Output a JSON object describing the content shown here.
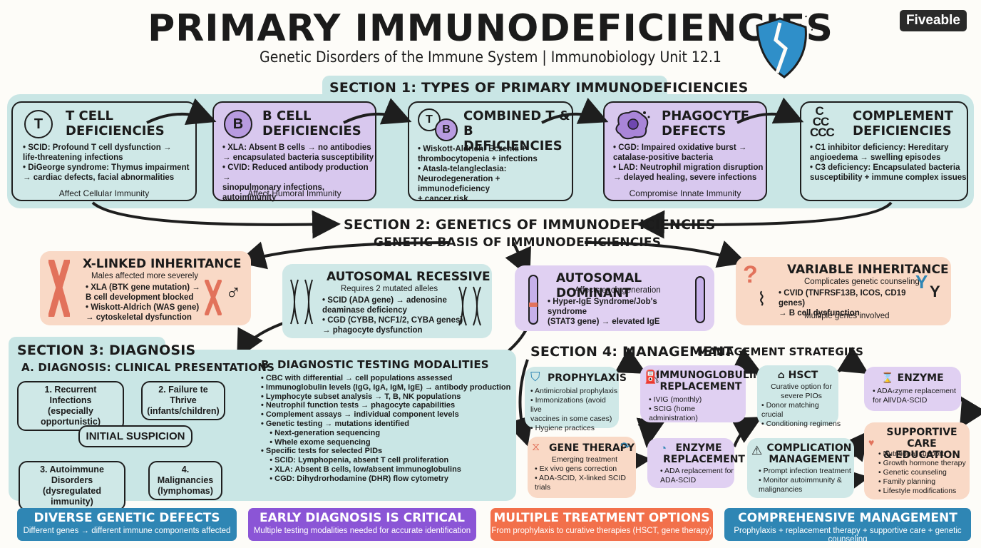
{
  "header": {
    "title": "PRIMARY IMMUNODEFICIENCIES",
    "subtitle": "Genetic Disorders of the Immune System | Immunobiology Unit 12.1",
    "logo": "Fiveable"
  },
  "section1": {
    "title": "SECTION 1: TYPES OF PRIMARY IMMUNODEFICIENCIES",
    "cards": [
      {
        "icon": "T",
        "title1": "T CELL",
        "title2": "DEFICIENCIES",
        "lines": [
          "• SCID: Profound T cell dysfunction →",
          "   life-threatening infections",
          "• DiGeorge syndrome: Thymus impairment",
          "   → cardiac defects, facial abnormalities"
        ],
        "note": "Affect Cellular Immunity"
      },
      {
        "icon": "B",
        "title1": "B CELL",
        "title2": "DEFICIENCIES",
        "lines": [
          "• XLA: Absent B cells → no antibodies",
          "   → encapsulated bacteria susceptibility",
          "• CVID: Reduced antibody production →",
          "   sinopulmonary infections, autoimmunity"
        ],
        "note": "Affect Humoral Immunity"
      },
      {
        "icon": "T B",
        "title1": "COMBINED T & B",
        "title2": "DEFICIENCIES",
        "lines": [
          "• Wiskott-Aldrich: Eczems +",
          "   thrombocytopenia + infections",
          "• Atasla-telangleclasia:",
          "   Neurodegeneration + immunodeficiency",
          "   + cancer risk"
        ],
        "note": ""
      },
      {
        "icon": "",
        "title1": "PHAGOCYTE",
        "title2": "DEFECTS",
        "lines": [
          "• CGD: Impaired oxidative burst →",
          "   catalase-positive bacteria",
          "• LAD: Neutrophil migration disruption",
          "   → delayed healing, severe infections"
        ],
        "note": "Compromise Innate Immunity"
      },
      {
        "icon": "C",
        "title1": "COMPLEMENT",
        "title2": "DEFICIENCIES",
        "lines": [
          "• C1 inhibitor deficiency: Hereditary",
          "   angioedema → swelling episodes",
          "• C3 deficiency: Encapsulated bacteria",
          "   susceptibility + immune complex issues"
        ],
        "note": ""
      }
    ]
  },
  "section2": {
    "title": "SECTION 2: GENETICS OF IMMUNODEFICIENCIES",
    "subtitle": "GENETIC BASIS OF IMMUNODEFICIENCIES",
    "xlinked": {
      "title": "X-LINKED INHERITANCE",
      "sub": "Males affected more severely",
      "lines": [
        "• XLA (BTK gene mutation) →",
        "   B cell development blocked",
        "• Wiskott-Aldrich (WAS gene)",
        "   → cytoskeletal dysfunction"
      ],
      "symbol": "♂"
    },
    "recessive": {
      "title": "AUTOSOMAL RECESSIVE",
      "sub": "Requires 2 mutated alleles",
      "lines": [
        "• SCID (ADA gene) → adenosine",
        "   deaminase deficiency",
        "• CGD (CYBB, NCF1/2, CYBA genes)",
        "   → phagocyte dysfunction"
      ]
    },
    "dominant": {
      "title": "AUTOSOMAL DOMINANT",
      "sub": "Affects each generation",
      "lines": [
        "• Hyper-IgE Syndrome/Job's syndrome",
        "   (STAT3 gene) → elevated IgE"
      ]
    },
    "variable": {
      "title": "VARIABLE INHERITANCE",
      "sub": "Complicates genetic counseling",
      "lines": [
        "• CVID (TNFRSF13B, ICOS, CD19 genes)",
        "   → B cell dysfunction"
      ],
      "note": "Multiple genes involved"
    }
  },
  "section3": {
    "title": "SECTION 3: DIAGNOSIS",
    "a_title": "A. DIAGNOSIS: CLINICAL PRESENTATIONS",
    "pills": [
      {
        "l1": "1. Recurrent Infections",
        "l2": "(especially opportunistic)"
      },
      {
        "l1": "2. Failure te Thrive",
        "l2": "(infants/children)"
      },
      {
        "l1": "3. Autoimmune Disorders",
        "l2": "(dysregulated immunity)"
      },
      {
        "l1": "4. Malignancies",
        "l2": "(lymphomas)"
      }
    ],
    "center": "INITIAL SUSPICION",
    "b_title": "B. DIAGNOSTIC TESTING MODALITIES",
    "tests": [
      "• CBC with differential → cell populations assessed",
      "• Immunoglobulin levels (IgG, IgA, IgM, IgE) → antibody production",
      "• Lymphocyte subset analysis → T, B, NK populations",
      "• Neutrophil function tests → phagocyte capabilities",
      "• Complement assays → individual component levels",
      "• Genetic testing → mutations identified",
      "    • Next-generation sequencing",
      "    • Whele exome sequencing",
      "• Specific tests for selected PIDs",
      "    • SCID: Lymphopenia, absent T cell proliferation",
      "    • XLA: Absent B cells, low/absent immunoglobulins",
      "    • CGD: Dihydrorhodamine (DHR) flow cytometry"
    ]
  },
  "section4": {
    "title": "SECTION 4: MANAGEMENT",
    "subtitle": "MANAGEMENT STRATEGIES",
    "prophylaxis": {
      "title": "PROPHYLAXIS",
      "lines": [
        "• Antimicrobial prophylaxis",
        "• Immonizations (avoid live",
        "  vaccines in some cases)",
        "• Hygiene practices"
      ]
    },
    "ig": {
      "title1": "IMMUNOGLOBULIN",
      "title2": "REPLACEMENT",
      "lines": [
        "• IVIG (monthly)",
        "• SCIG (home administration)"
      ]
    },
    "hsct": {
      "title": "HSCT",
      "lines": [
        "Curative option for",
        "severe PIOs",
        "• Donor matching crucial",
        "• Conditioning regimens"
      ]
    },
    "enzyme_top": {
      "title": "ENZYME",
      "lines": [
        "• ADA‹zyme replacement",
        "  for AllVDA-SCID"
      ]
    },
    "gene": {
      "title": "GENE THERAPY",
      "lines": [
        "Emerging treatment",
        "• Ex vivo gens correction",
        "• ADA-SCID, X-linked SCID",
        "  trials"
      ]
    },
    "enzyme": {
      "title1": "ENZYME",
      "title2": "REPLACEMENT",
      "lines": [
        "• ADA replacement for",
        "  ADA-SCID"
      ]
    },
    "complication": {
      "title1": "COMPLICATION",
      "title2": "MANAGEMENT",
      "lines": [
        "• Prompt infection treatment",
        "• Monitor autoimmunity &",
        "  malignancies"
      ]
    },
    "supportive": {
      "title1": "SUPPORTIVE CARE",
      "title2": "& EDUCATION",
      "lines": [
        "• Nutritional support",
        "• Growth hormone therapy",
        "• Genetic counseling",
        "• Family planning",
        "• Lifestyle modifications"
      ]
    }
  },
  "banners": [
    {
      "title": "DIVERSE GENETIC DEFECTS",
      "sub": "Different genes → different immune components affected",
      "color": "#2f86b4"
    },
    {
      "title": "EARLY DIAGNOSIS IS CRITICAL",
      "sub": "Multiple testing modalities needed for accurate identification",
      "color": "#8b55d6"
    },
    {
      "title": "MULTIPLE TREATMENT OPTIONS",
      "sub": "From prophylaxis to curative therapies (HSCT, gene therapy)",
      "color": "#f2704b"
    },
    {
      "title": "COMPREHENSIVE MANAGEMENT",
      "sub": "Prophylaxis + replacement therapy + supportive care + genetic counseling",
      "color": "#2f86b4"
    }
  ]
}
